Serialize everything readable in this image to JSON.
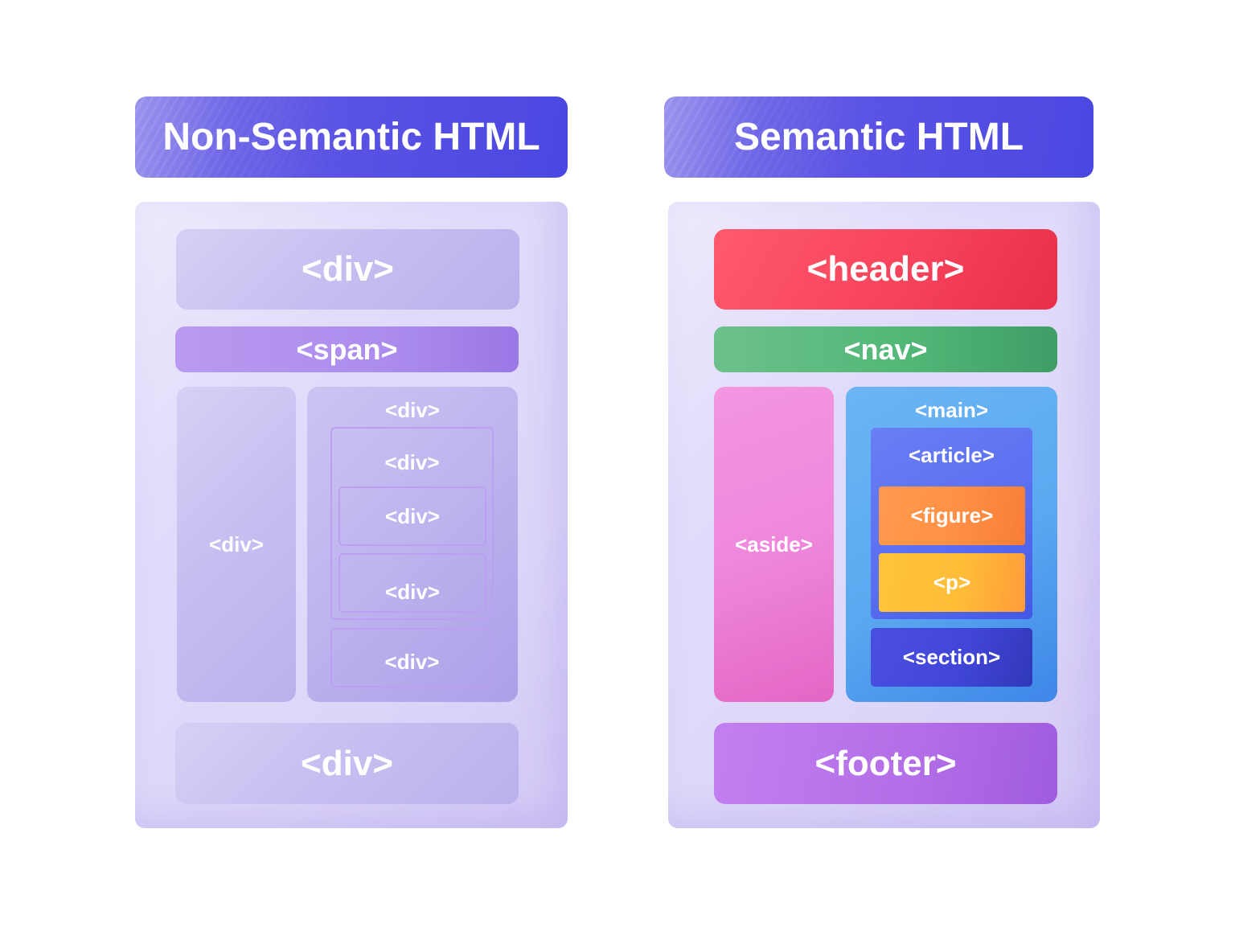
{
  "left": {
    "title": "Non-Semantic HTML",
    "top_block": "<div>",
    "bar": "<span>",
    "side_block": "<div>",
    "content_block": "<div>",
    "inner_outer": "<div>",
    "inner_1": "<div>",
    "inner_2": "<div>",
    "inner_bottom": "<div>",
    "bottom_block": "<div>"
  },
  "right": {
    "title": "Semantic HTML",
    "header": "<header>",
    "nav": "<nav>",
    "aside": "<aside>",
    "main": "<main>",
    "article": "<article>",
    "figure": "<figure>",
    "p": "<p>",
    "section": "<section>",
    "footer": "<footer>"
  },
  "colors": {
    "title_banner": "#4a47e2",
    "panel": "#e1dcfa",
    "div_block": "#c7bff0",
    "span_bar": "#ac8ded",
    "header": "#f53f5a",
    "nav": "#4fb374",
    "aside": "#ef84d6",
    "main": "#5aa8f0",
    "article": "#5a6ff0",
    "figure": "#ff9146",
    "p": "#ffbf3a",
    "section": "#4146d8",
    "footer": "#b46fe8"
  }
}
